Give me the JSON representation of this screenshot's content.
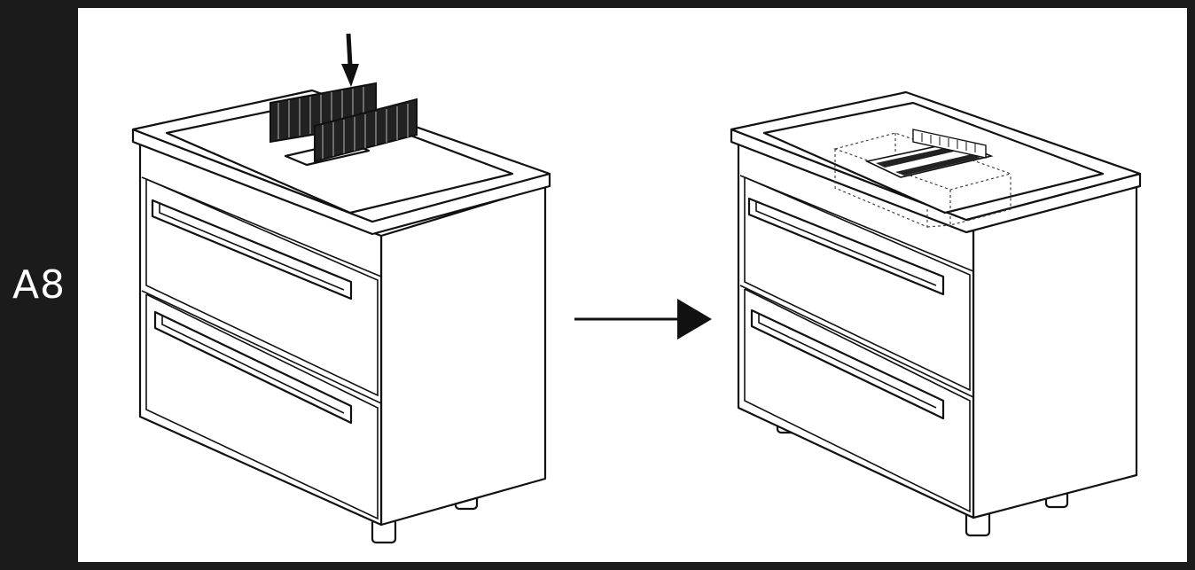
{
  "step": {
    "label": "A8"
  },
  "colors": {
    "frame": "#1b1b1b",
    "line": "#111111",
    "background": "#ffffff"
  },
  "illustration": {
    "left": "vanity-cabinet-with-drain-filter-being-inserted",
    "right": "vanity-cabinet-with-drain-filter-installed",
    "transition": "right-arrow-icon"
  }
}
